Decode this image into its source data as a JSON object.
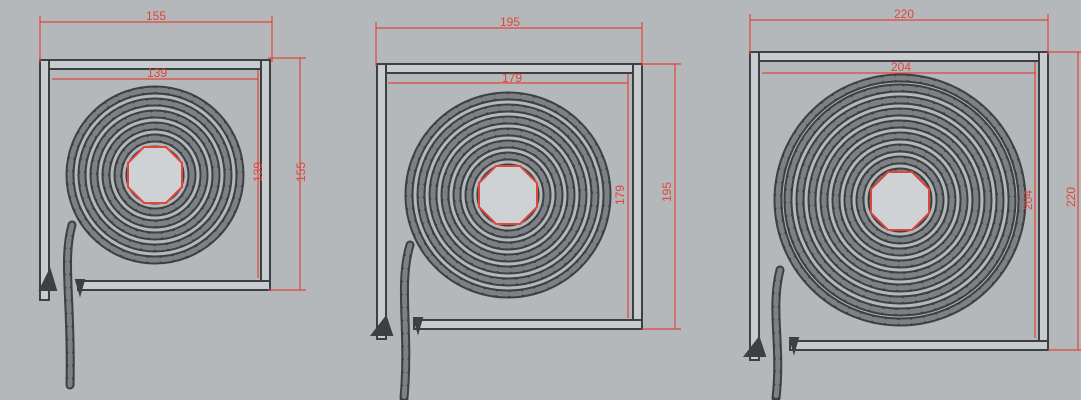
{
  "colors": {
    "background": "#b4b8bb",
    "dimension": "#e0453a",
    "profile_stroke": "#3d4043",
    "profile_fill": "#c9cccf",
    "slat_fill": "#7d8185",
    "axle_fill": "#cfd2d5"
  },
  "boxes": [
    {
      "outer_width": "155",
      "inner_width": "139",
      "outer_height": "155",
      "inner_height": "139"
    },
    {
      "outer_width": "195",
      "inner_width": "179",
      "outer_height": "195",
      "inner_height": "179"
    },
    {
      "outer_width": "220",
      "inner_width": "204",
      "outer_height": "220",
      "inner_height": "204"
    }
  ]
}
